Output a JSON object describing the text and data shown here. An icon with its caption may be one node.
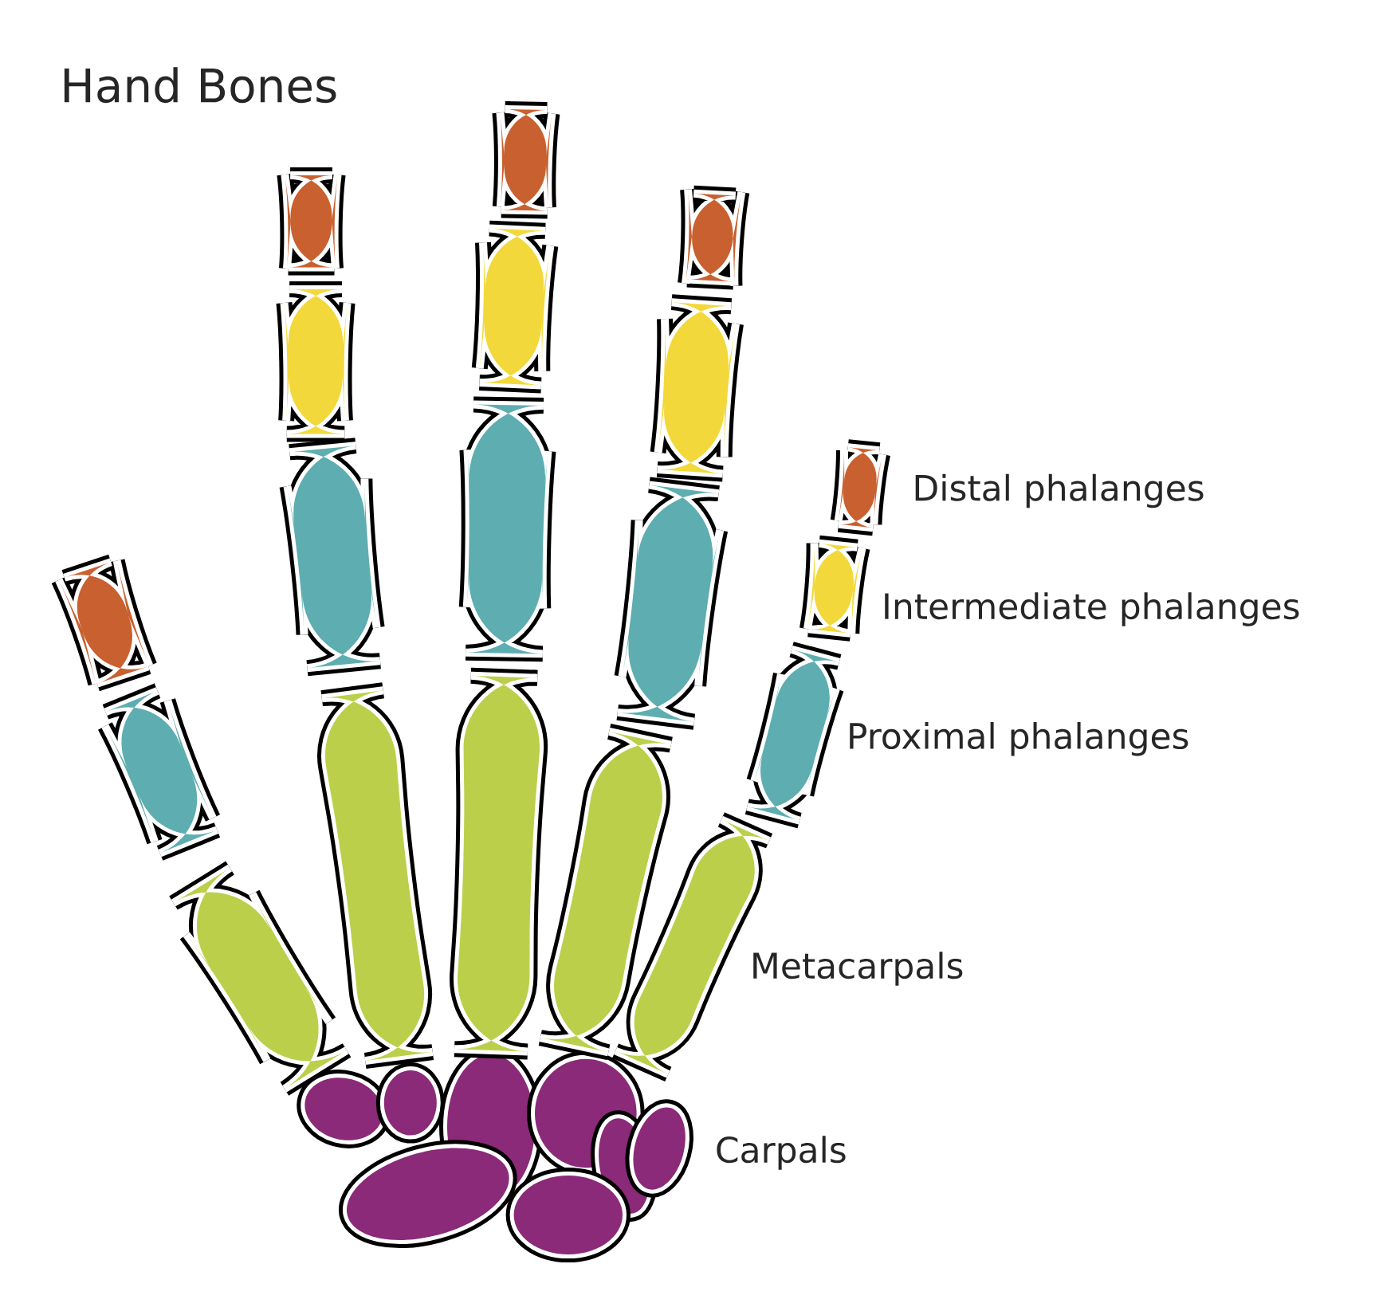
{
  "diagram": {
    "title": "Hand Bones",
    "labels": [
      "Distal phalanges",
      "Intermediate phalanges",
      "Proximal phalanges",
      "Metacarpals",
      "Carpals"
    ]
  }
}
